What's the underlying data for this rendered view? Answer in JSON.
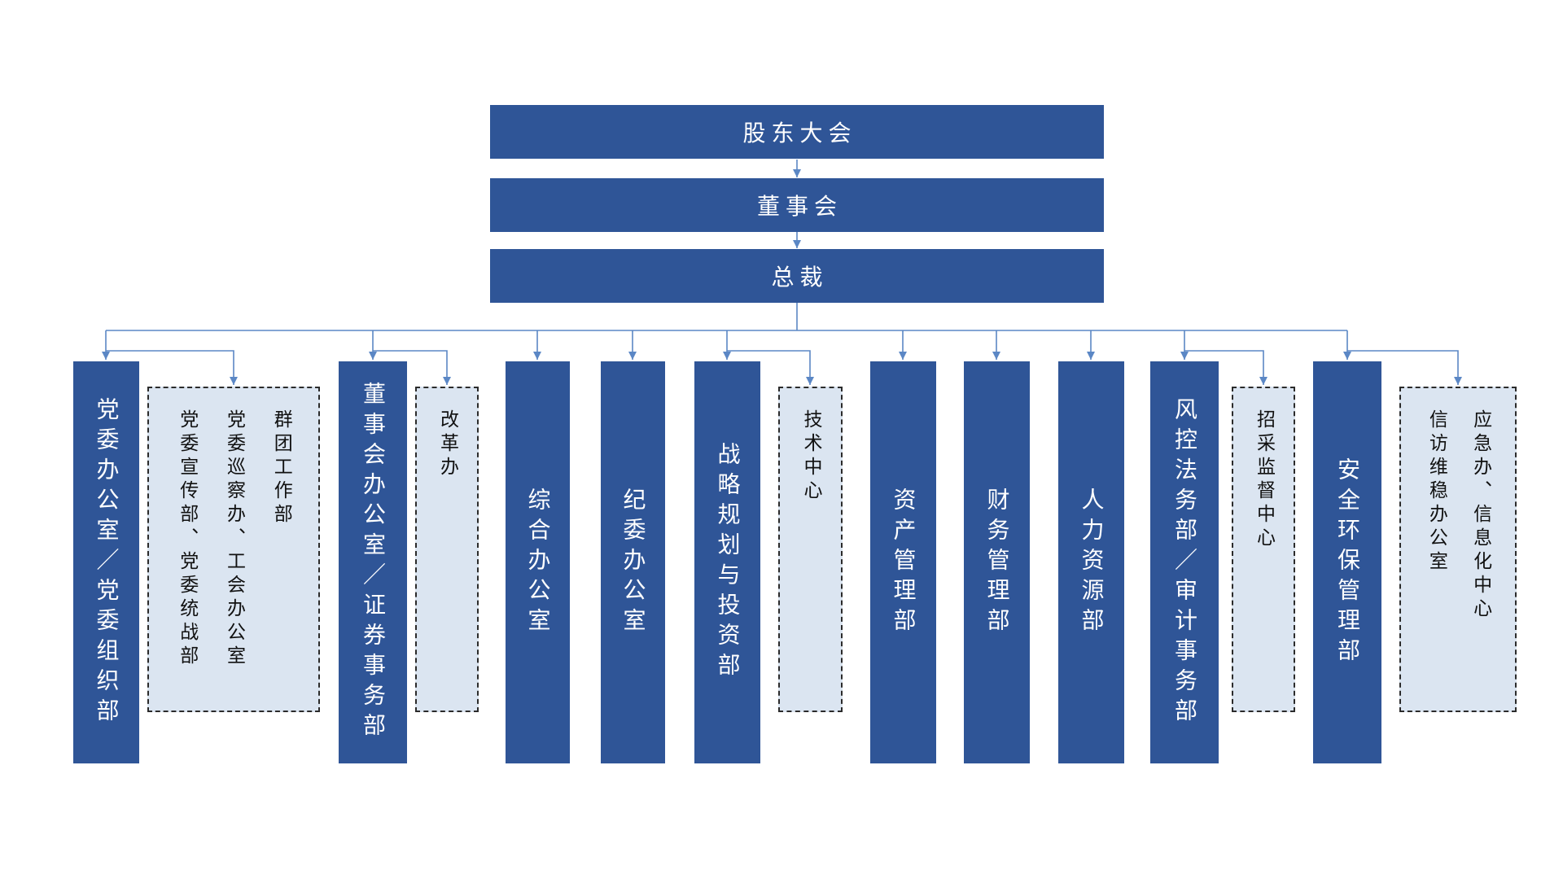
{
  "colors": {
    "solid_fill": "#2F5597",
    "solid_text": "#FFFFFF",
    "dashed_fill": "#DBE5F1",
    "dashed_text": "#111111",
    "dashed_border": "#2b2b2b",
    "connector": "#5B87C5",
    "background": "#FFFFFF"
  },
  "top_levels": [
    {
      "label": "股东大会"
    },
    {
      "label": "董事会"
    },
    {
      "label": "总裁"
    }
  ],
  "departments": [
    {
      "type": "solid",
      "columns": [
        "党委办公室／党委组织部"
      ]
    },
    {
      "type": "dashed",
      "columns": [
        "党委宣传部、党委统战部",
        "党委巡察办、工会办公室",
        "群团工作部"
      ]
    },
    {
      "type": "solid",
      "columns": [
        "董事会办公室／证券事务部"
      ]
    },
    {
      "type": "dashed",
      "columns": [
        "改革办"
      ]
    },
    {
      "type": "solid",
      "columns": [
        "综合办公室"
      ]
    },
    {
      "type": "solid",
      "columns": [
        "纪委办公室"
      ]
    },
    {
      "type": "solid",
      "columns": [
        "战略规划与投资部"
      ]
    },
    {
      "type": "dashed",
      "columns": [
        "技术中心"
      ]
    },
    {
      "type": "solid",
      "columns": [
        "资产管理部"
      ]
    },
    {
      "type": "solid",
      "columns": [
        "财务管理部"
      ]
    },
    {
      "type": "solid",
      "columns": [
        "人力资源部"
      ]
    },
    {
      "type": "solid",
      "columns": [
        "风控法务部／审计事务部"
      ]
    },
    {
      "type": "dashed",
      "columns": [
        "招采监督中心"
      ]
    },
    {
      "type": "solid",
      "columns": [
        "安全环保管理部"
      ]
    },
    {
      "type": "dashed",
      "columns": [
        "信访维稳办公室",
        "应急办、信息化中心"
      ]
    }
  ]
}
